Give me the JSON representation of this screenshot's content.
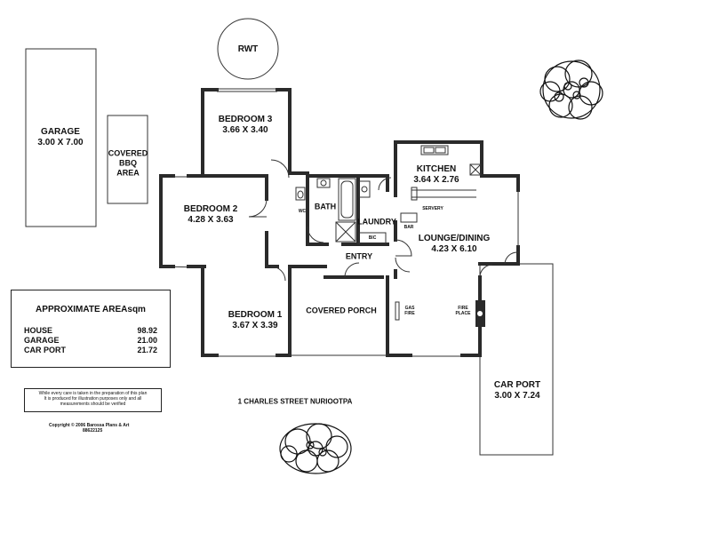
{
  "rooms": {
    "rwt": "RWT",
    "garage_name": "GARAGE",
    "garage_size": "3.00 X 7.00",
    "bbq_line1": "COVERED",
    "bbq_line2": "BBQ",
    "bbq_line3": "AREA",
    "bedroom3_name": "BEDROOM 3",
    "bedroom3_size": "3.66 X 3.40",
    "bedroom2_name": "BEDROOM 2",
    "bedroom2_size": "4.28 X 3.63",
    "bedroom1_name": "BEDROOM 1",
    "bedroom1_size": "3.67 X 3.39",
    "wc": "WC",
    "bath": "BATH",
    "laundry": "LAUNDRY",
    "bic": "BIC",
    "bar": "BAR",
    "entry": "ENTRY",
    "kitchen_name": "KITCHEN",
    "kitchen_size": "3.64 X 2.76",
    "servery": "SERVERY",
    "lounge_name": "LOUNGE/DINING",
    "lounge_size": "4.23 X 6.10",
    "covered_porch": "COVERED PORCH",
    "gas_fire_1": "GAS",
    "gas_fire_2": "FIRE",
    "fire_place_1": "FIRE",
    "fire_place_2": "PLACE",
    "car_port_name": "CAR PORT",
    "car_port_size": "3.00 X 7.24"
  },
  "area_table": {
    "title": "APPROXIMATE AREAsqm",
    "rows": [
      {
        "label": "HOUSE",
        "value": "98.92"
      },
      {
        "label": "GARAGE",
        "value": "21.00"
      },
      {
        "label": "CAR PORT",
        "value": "21.72"
      }
    ]
  },
  "disclaimer": {
    "line1": "While every care is taken in the preparation of this plan",
    "line2": "It is produced for illustration purposes only and all",
    "line3": "measurements should be verified"
  },
  "copyright": {
    "line1": "Copyright © 2006  Barossa Plans & Art",
    "line2": "88622125"
  },
  "address": "1 CHARLES STREET NURIOOTPA",
  "colors": {
    "wall": "#2a2a2a",
    "thin_line": "#333333",
    "background": "#ffffff"
  }
}
